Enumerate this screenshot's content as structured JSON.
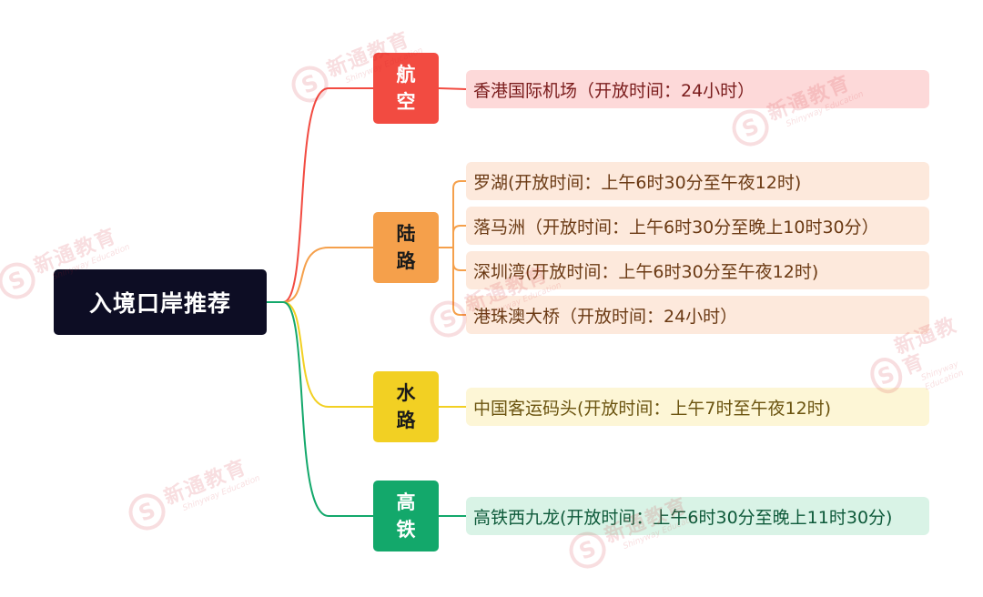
{
  "root": {
    "label": "入境口岸推荐"
  },
  "categories": [
    {
      "label": "航空",
      "color": "#f24b41",
      "text_color": "#ffffff"
    },
    {
      "label": "陆路",
      "color": "#f5a04b",
      "text_color": "#1a1a1a"
    },
    {
      "label": "水路",
      "color": "#f2d023",
      "text_color": "#1a1a1a"
    },
    {
      "label": "高铁",
      "color": "#13a86b",
      "text_color": "#ffffff"
    }
  ],
  "leaves": [
    {
      "category": 0,
      "text": "香港国际机场（开放时间：24小时）",
      "bg": "#fdd9d9",
      "text_color": "#7a1c1c"
    },
    {
      "category": 1,
      "text": "罗湖(开放时间：上午6时30分至午夜12时)",
      "bg": "#fde9dc",
      "text_color": "#6b3a14"
    },
    {
      "category": 1,
      "text": "落马洲（开放时间：上午6时30分至晚上10时30分）",
      "bg": "#fde9dc",
      "text_color": "#6b3a14"
    },
    {
      "category": 1,
      "text": "深圳湾(开放时间：上午6时30分至午夜12时)",
      "bg": "#fde9dc",
      "text_color": "#6b3a14"
    },
    {
      "category": 1,
      "text": "港珠澳大桥（开放时间：24小时）",
      "bg": "#fde9dc",
      "text_color": "#6b3a14"
    },
    {
      "category": 2,
      "text": "中国客运码头(开放时间：上午7时至午夜12时)",
      "bg": "#fdf6d6",
      "text_color": "#6b5410"
    },
    {
      "category": 3,
      "text": "高铁西九龙(开放时间：上午6时30分至晚上11时30分)",
      "bg": "#d9f3e6",
      "text_color": "#0e5a3a"
    }
  ],
  "watermark": {
    "logo": "S",
    "cn": "新通教育",
    "en": "Shinyway Education"
  }
}
